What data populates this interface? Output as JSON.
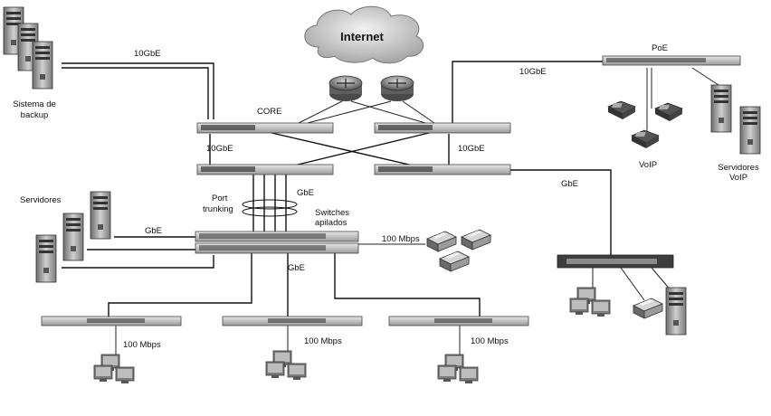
{
  "cloud": {
    "label": "Internet"
  },
  "labels": {
    "backup": [
      "Sistema de",
      "backup"
    ],
    "link_backup": "10GbE",
    "core": "CORE",
    "link_core_left": "10GbE",
    "link_core_right": "10GbE",
    "link_poe": "10GbE",
    "poe": "PoE",
    "voip": "VoIP",
    "servers_voip": [
      "Servidores",
      "VoIP"
    ],
    "servers": "Servidores",
    "port_trunking": [
      "Port",
      "trunking"
    ],
    "link_trunk": "GbE",
    "stacked": [
      "Switches",
      "apilados"
    ],
    "link_servers": "GbE",
    "link_printers": "100 Mbps",
    "link_access": "GbE",
    "link_right": "GbE",
    "access_left": "100 Mbps",
    "access_mid": "100 Mbps",
    "access_right": "100 Mbps"
  },
  "colors": {
    "line": "#111111",
    "device": "#8a8a8a",
    "device_dark": "#4a4a4a",
    "cloud": "#c9c9c9"
  }
}
